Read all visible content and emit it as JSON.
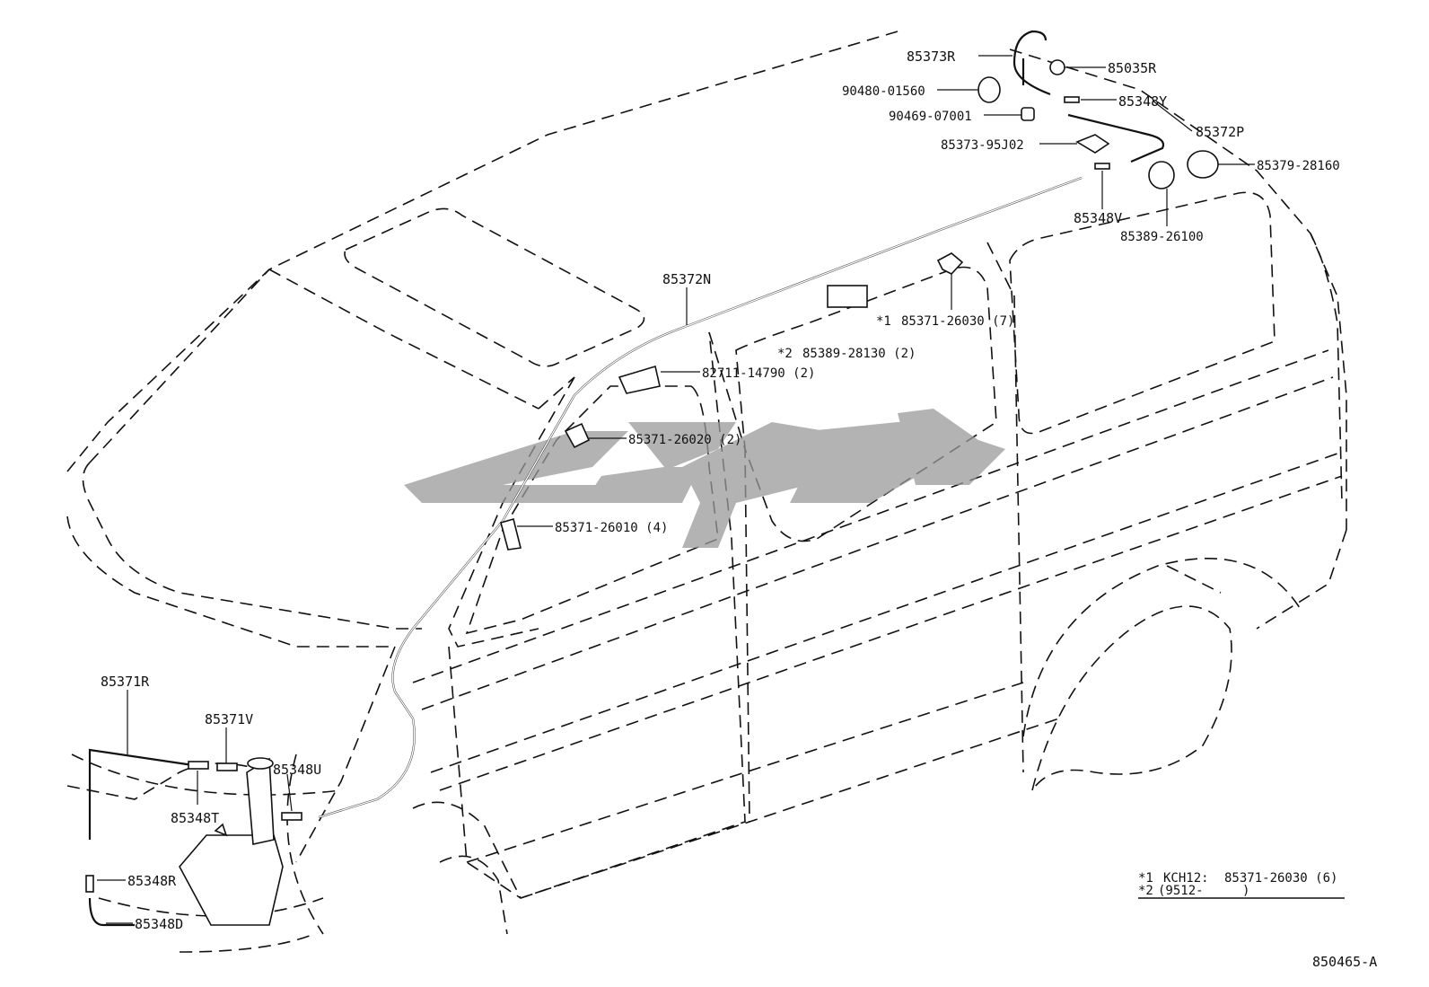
{
  "labels": {
    "p85373R": "85373R",
    "p85035R": "85035R",
    "p90480": "90480-01560",
    "p85348Y": "85348Y",
    "p90469": "90469-07001",
    "p85372P": "85372P",
    "p8537395J02": "85373-95J02",
    "p85379": "85379-28160",
    "p85348V": "85348V",
    "p85389_26100": "85389-26100",
    "p85372N": "85372N",
    "p85371_26030": "85371-26030 (7)",
    "p85371_26030_mark": "*1",
    "p85389_28130": "85389-28130 (2)",
    "p85389_28130_mark": "*2",
    "p82711": "82711-14790 (2)",
    "p85371_26020": "85371-26020 (2)",
    "p85371_26010": "85371-26010 (4)",
    "p85371R": "85371R",
    "p85371V": "85371V",
    "p85348U": "85348U",
    "p85348T": "85348T",
    "p85348R": "85348R",
    "p85348D": "85348D"
  },
  "notes": {
    "line1_mark": "*1",
    "line1_code": "KCH12:",
    "line1_part": "85371-26030 (6)",
    "line2_mark": "*2",
    "line2_text": "(9512-",
    "line2_close": ")"
  },
  "diagram_code": "850465-A"
}
